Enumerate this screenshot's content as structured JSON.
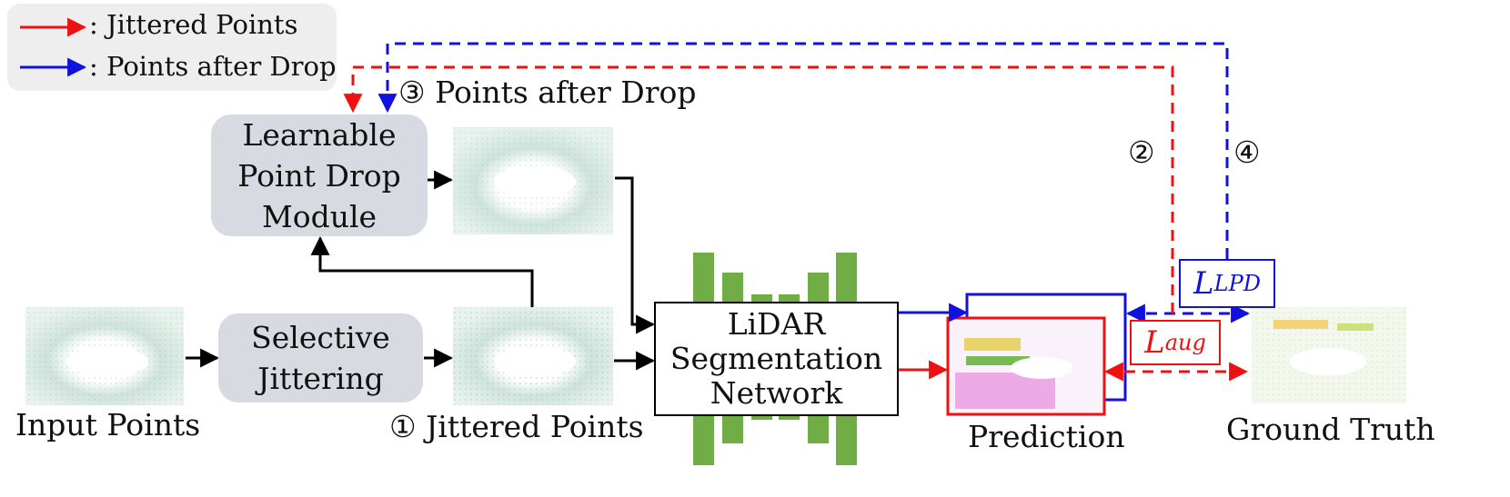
{
  "legend": {
    "jittered": ": Jittered Points",
    "dropped": ": Points after Drop"
  },
  "modules": {
    "lpd_line1": "Learnable",
    "lpd_line2": "Point Drop",
    "lpd_line3": "Module",
    "sj_line1": "Selective",
    "sj_line2": "Jittering",
    "net_line1": "LiDAR",
    "net_line2": "Segmentation",
    "net_line3": "Network"
  },
  "captions": {
    "input": "Input Points",
    "jittered": "① Jittered Points",
    "after_drop": "③ Points after Drop",
    "prediction": "Prediction",
    "ground_truth": "Ground Truth"
  },
  "markers": {
    "two": "②",
    "four": "④"
  },
  "losses": {
    "lpd_base": "L",
    "lpd_sub": "LPD",
    "aug_base": "L",
    "aug_sub": "aug"
  },
  "colors": {
    "red": "#ee1111",
    "blue": "#1111dd",
    "green": "#70ad47",
    "module_fill": "#d7dae1",
    "legend_fill": "#eeeeee"
  }
}
